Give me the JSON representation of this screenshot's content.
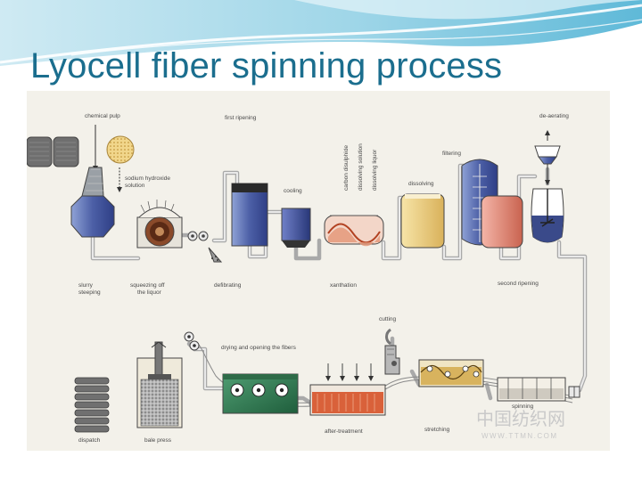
{
  "slide": {
    "title": "Lyocell fiber spinning process"
  },
  "diagram": {
    "labels": {
      "chemical_pulp": "chemical pulp",
      "sodium_hydroxide_1": "sodium hydroxide",
      "sodium_hydroxide_2": "solution",
      "first_ripening": "first ripening",
      "cooling": "cooling",
      "carbon_disulphide": "carbon disulphide",
      "dissolving_solution": "dissolving solution",
      "dissolving_liquor": "dissolving liquor",
      "dissolving": "dissolving",
      "filtering": "filtering",
      "de_aerating": "de-aerating",
      "slurry_1": "slurry",
      "slurry_2": "steeping",
      "squeezing_1": "squeezing off",
      "squeezing_2": "the liquor",
      "defibrating": "defibrating",
      "xanthation": "xanthation",
      "second_ripening": "second ripening",
      "cutting": "cutting",
      "drying": "drying and opening  the fibers",
      "dispatch": "dispatch",
      "bale_press": "bale press",
      "after_treatment": "after-treatment",
      "stretching": "stretching",
      "spinning": "spinning"
    },
    "watermark": {
      "cn": "中国纺织网",
      "url": "WWW.TTMN.COM"
    }
  }
}
